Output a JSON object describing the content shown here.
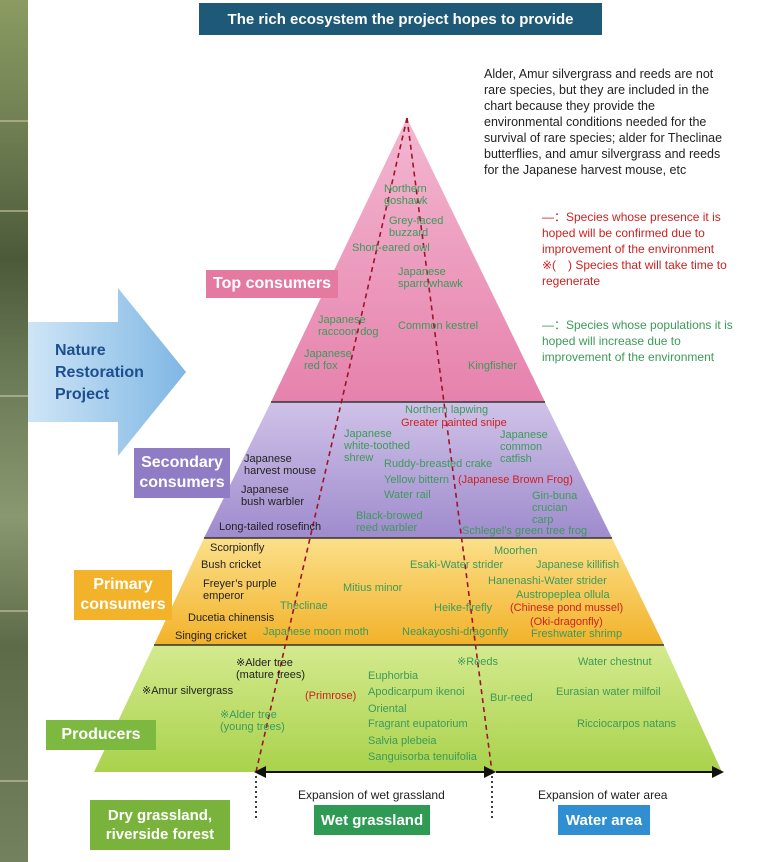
{
  "title": "The rich ecosystem the project hopes to provide",
  "notes": {
    "black": "Alder, Amur silvergrass and reeds are not rare species, but they are included in the chart because they provide the environmental conditions needed for the survival of rare species; alder for Theclinae butterflies, and amur silvergrass and reeds for the Japanese harvest mouse, etc",
    "red_1": "—：Species whose presence it is hoped will be confirmed due to improvement of the environment",
    "red_2": "※(　) Species that will take time to regenerate",
    "green": "—：Species whose populations it is hoped will increase due to improvement of the environment"
  },
  "arrow_label": [
    "Nature",
    "Restoration",
    "Project"
  ],
  "levels": {
    "top": "Top consumers",
    "secondary": [
      "Secondary",
      "consumers"
    ],
    "primary": [
      "Primary",
      "consumers"
    ],
    "producers": "Producers"
  },
  "species": {
    "top": [
      {
        "text": "Northern goshawk",
        "lines": [
          "Northern",
          "goshawk"
        ],
        "color": "green"
      },
      {
        "lines": [
          "Grey-faced",
          "buzzard"
        ],
        "color": "green"
      },
      {
        "lines": [
          "Short-eared owl"
        ],
        "color": "green"
      },
      {
        "lines": [
          "Japanese",
          "sparrowhawk"
        ],
        "color": "green"
      },
      {
        "lines": [
          "Japanese",
          "raccoon dog"
        ],
        "color": "green"
      },
      {
        "lines": [
          "Common kestrel"
        ],
        "color": "green"
      },
      {
        "lines": [
          "Japanese",
          "red fox"
        ],
        "color": "green"
      },
      {
        "lines": [
          "Kingfisher"
        ],
        "color": "green"
      }
    ],
    "secondary": [
      {
        "lines": [
          "Northern lapwing"
        ],
        "color": "green"
      },
      {
        "lines": [
          "Greater painted snipe"
        ],
        "color": "red"
      },
      {
        "lines": [
          "Japanese",
          "white-toothed",
          "shrew"
        ],
        "color": "green"
      },
      {
        "lines": [
          "Japanese",
          "common",
          "catfish"
        ],
        "color": "green"
      },
      {
        "lines": [
          "Japanese",
          "harvest mouse"
        ],
        "color": "black"
      },
      {
        "lines": [
          "Ruddy-breasted crake"
        ],
        "color": "green"
      },
      {
        "lines": [
          "Yellow bittern"
        ],
        "color": "green"
      },
      {
        "lines": [
          "(Japanese Brown Frog)"
        ],
        "color": "red"
      },
      {
        "lines": [
          "Japanese",
          "bush warbler"
        ],
        "color": "black"
      },
      {
        "lines": [
          "Water rail"
        ],
        "color": "green"
      },
      {
        "lines": [
          "Gin-buna",
          "crucian",
          "carp"
        ],
        "color": "green"
      },
      {
        "lines": [
          "Black-browed",
          "reed warbler"
        ],
        "color": "green"
      },
      {
        "lines": [
          "Long-tailed rosefinch"
        ],
        "color": "black"
      },
      {
        "lines": [
          "Schlegel’s green tree frog"
        ],
        "color": "green"
      }
    ],
    "primary": [
      {
        "lines": [
          "Scorpionfly"
        ],
        "color": "black"
      },
      {
        "lines": [
          "Moorhen"
        ],
        "color": "green"
      },
      {
        "lines": [
          "Bush cricket"
        ],
        "color": "black"
      },
      {
        "lines": [
          "Esaki-Water strider"
        ],
        "color": "green"
      },
      {
        "lines": [
          "Japanese killifish"
        ],
        "color": "green"
      },
      {
        "lines": [
          "Freyer’s purple",
          "emperor"
        ],
        "color": "black"
      },
      {
        "lines": [
          "Mitius minor"
        ],
        "color": "green"
      },
      {
        "lines": [
          "Hanenashi-Water strider"
        ],
        "color": "green"
      },
      {
        "lines": [
          "Austropeplea ollula"
        ],
        "color": "green"
      },
      {
        "lines": [
          "Theclinae"
        ],
        "color": "green"
      },
      {
        "lines": [
          "Heike-firefly"
        ],
        "color": "green"
      },
      {
        "lines": [
          "(Chinese pond mussel)"
        ],
        "color": "red"
      },
      {
        "lines": [
          "Ducetia chinensis"
        ],
        "color": "black"
      },
      {
        "lines": [
          "(Oki-dragonfly)"
        ],
        "color": "red"
      },
      {
        "lines": [
          "Singing cricket"
        ],
        "color": "black"
      },
      {
        "lines": [
          "Japanese moon moth"
        ],
        "color": "green"
      },
      {
        "lines": [
          "Neakayoshi-dragonfly"
        ],
        "color": "green"
      },
      {
        "lines": [
          "Freshwater shrimp"
        ],
        "color": "green"
      }
    ],
    "producers": [
      {
        "lines": [
          "※Alder tree",
          "(mature trees)"
        ],
        "color": "black"
      },
      {
        "lines": [
          "※Reeds"
        ],
        "color": "green"
      },
      {
        "lines": [
          "Water chestnut"
        ],
        "color": "green"
      },
      {
        "lines": [
          "Euphorbia"
        ],
        "color": "green"
      },
      {
        "lines": [
          "※Amur silvergrass"
        ],
        "color": "black"
      },
      {
        "lines": [
          "Apodicarpum ikenoi"
        ],
        "color": "green"
      },
      {
        "lines": [
          "(Primrose)"
        ],
        "color": "red"
      },
      {
        "lines": [
          "Bur-reed"
        ],
        "color": "green"
      },
      {
        "lines": [
          "Eurasian water milfoil"
        ],
        "color": "green"
      },
      {
        "lines": [
          "Oriental"
        ],
        "color": "green"
      },
      {
        "lines": [
          "※Alder tree",
          "(young trees)"
        ],
        "color": "green"
      },
      {
        "lines": [
          "Fragrant eupatorium"
        ],
        "color": "green"
      },
      {
        "lines": [
          "Ricciocarpos natans"
        ],
        "color": "green"
      },
      {
        "lines": [
          "Salvia plebeia"
        ],
        "color": "green"
      },
      {
        "lines": [
          "Sanguisorba tenuifolia"
        ],
        "color": "green"
      }
    ]
  },
  "expansion": {
    "wet": "Expansion of wet grassland",
    "water": "Expansion of water area"
  },
  "zones": {
    "dry": [
      "Dry grassland,",
      "riverside forest"
    ],
    "wet": "Wet grassland",
    "water": "Water area"
  },
  "colors": {
    "top": "#ec94bb",
    "secondary": "#b5a4d6",
    "primary": "#f5c445",
    "producers": "#b7d95a",
    "title_bg": "#1e5a78",
    "arrow": "#7fb7e4"
  }
}
